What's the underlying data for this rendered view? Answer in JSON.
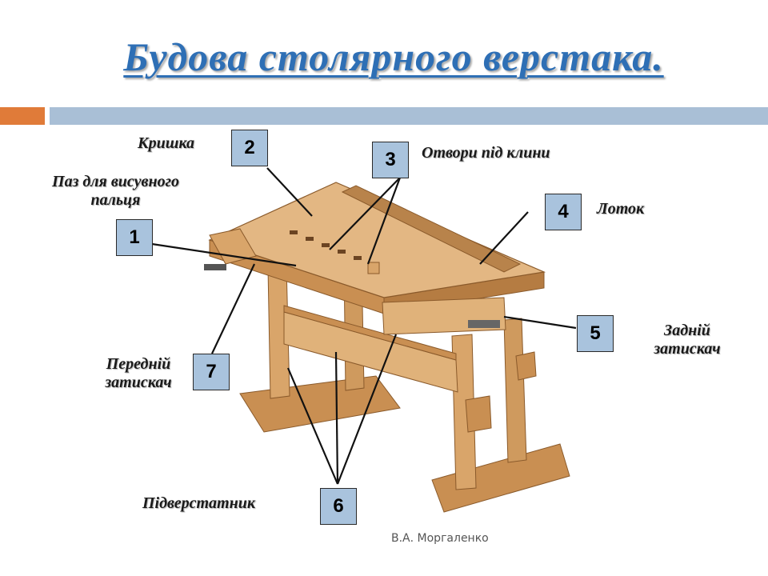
{
  "title": "Будова столярного верстака.",
  "labels": {
    "lid": "Кришка",
    "slot": "Паз для висувного пальця",
    "holes": "Отвори під клини",
    "tray": "Лоток",
    "rear_vise": "Задній затискач",
    "front_vise": "Передній затискач",
    "base": "Підверстатник"
  },
  "numbers": {
    "n1": "1",
    "n2": "2",
    "n3": "3",
    "n4": "4",
    "n5": "5",
    "n6": "6",
    "n7": "7"
  },
  "author": "В.А. Моргаленко",
  "colors": {
    "title": "#2e6fb5",
    "accent_orange": "#e07b39",
    "accent_blue": "#a9bfd6",
    "number_box": "#a9c3dd",
    "wood": "#d9a56a"
  }
}
